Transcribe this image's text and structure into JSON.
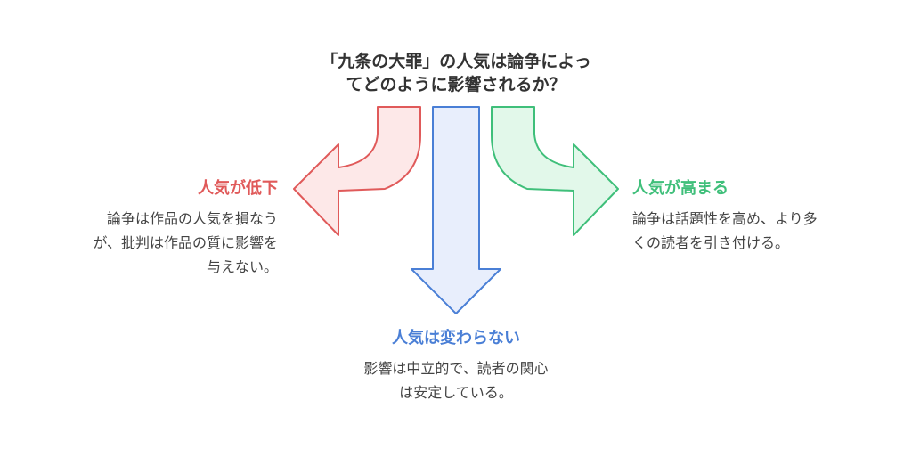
{
  "question": {
    "line1": "「九条の大罪」の人気は論争によっ",
    "line2": "てどのように影響されるか？"
  },
  "outcomes": {
    "decrease": {
      "heading": "人気が低下",
      "desc_lines": [
        "論争は作品の人気を損なう",
        "が、批判は作品の質に影響を",
        "与えない。"
      ],
      "color": "#e05a5a",
      "fill": "#fde8e8"
    },
    "unchanged": {
      "heading": "人気は変わらない",
      "desc_lines": [
        "影響は中立的で、読者の関心",
        "は安定している。"
      ],
      "color": "#4a7fd6",
      "fill": "#e8eefc"
    },
    "increase": {
      "heading": "人気が高まる",
      "desc_lines": [
        "論争は話題性を高め、より多",
        "くの読者を引き付ける。"
      ],
      "color": "#3fbf7a",
      "fill": "#e2f8ea"
    }
  },
  "icons": [
    "arrow-curve-left-icon",
    "arrow-down-icon",
    "arrow-curve-right-icon"
  ]
}
